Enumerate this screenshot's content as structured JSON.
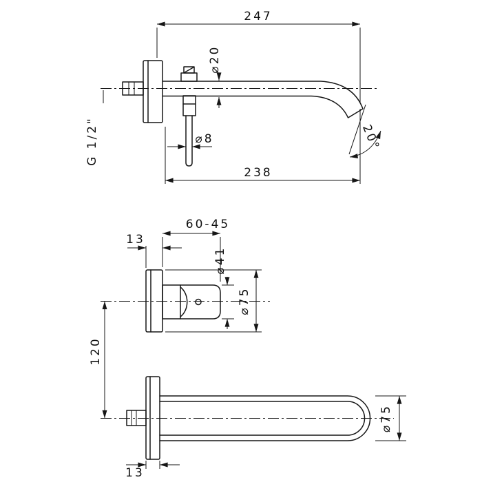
{
  "page": {
    "background": "#ffffff",
    "line_color": "#161616"
  },
  "drawing": {
    "type": "technical-drawing",
    "subject": "wall-mounted-basin-mixer",
    "labels": {
      "overall_length": "247",
      "spout_diameter": "⌀20",
      "thread_size": "G 1/2\"",
      "lever_diameter": "⌀8",
      "spout_reach": "238",
      "outlet_angle": "20°",
      "handle_projection_range": "60-45",
      "plate_thickness_front": "13",
      "handle_diameter": "⌀41",
      "plate_diameter": "⌀75",
      "centres_distance": "120",
      "spout_trim_diameter": "⌀75",
      "plate_thickness_spout": "13"
    }
  }
}
